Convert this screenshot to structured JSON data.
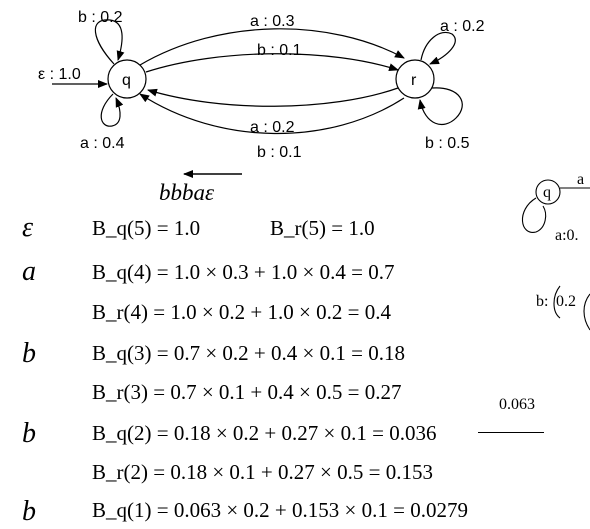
{
  "diagram": {
    "states": [
      {
        "id": "q",
        "label": "q"
      },
      {
        "id": "r",
        "label": "r"
      }
    ],
    "initial_label": "ε : 1.0",
    "edges": [
      {
        "from": "q",
        "to": "q",
        "label": "b : 0.2"
      },
      {
        "from": "q",
        "to": "q",
        "label": "a : 0.4"
      },
      {
        "from": "q",
        "to": "r",
        "label": "a : 0.3"
      },
      {
        "from": "q",
        "to": "r",
        "label": "b : 0.1"
      },
      {
        "from": "r",
        "to": "q",
        "label": "a : 0.2"
      },
      {
        "from": "r",
        "to": "q",
        "label": "b : 0.1"
      },
      {
        "from": "r",
        "to": "r",
        "label": "a : 0.2"
      },
      {
        "from": "r",
        "to": "r",
        "label": "b : 0.5"
      }
    ],
    "sequence": "bbbaε",
    "partial_labels": {
      "state": "q",
      "a_top": "a",
      "a_bottom": "a:0.",
      "b_left": "b:",
      "b_right": "0.2"
    }
  },
  "computations": [
    {
      "symbol": "ε",
      "lines": [
        "B_q(5) = 1.0",
        "B_r(5) = 1.0"
      ]
    },
    {
      "symbol": "a",
      "lines": [
        "B_q(4) = 1.0 × 0.3 + 1.0 × 0.4 = 0.7",
        "B_r(4) = 1.0 × 0.2 + 1.0 × 0.2 = 0.4"
      ]
    },
    {
      "symbol": "b",
      "lines": [
        "B_q(3) = 0.7 × 0.2 + 0.4 × 0.1 = 0.18",
        "B_r(3) = 0.7 × 0.1 + 0.4 × 0.5 = 0.27"
      ]
    },
    {
      "symbol": "b",
      "lines": [
        "B_q(2) = 0.18 × 0.2 + 0.27 × 0.1 = 0.036",
        "B_r(2) = 0.18 × 0.1 + 0.27 × 0.5 = 0.153"
      ]
    },
    {
      "symbol": "b",
      "lines": [
        "B_q(1) = 0.063 × 0.2 + 0.153 × 0.1 = 0.0279"
      ]
    }
  ],
  "correction": "0.063",
  "corrected_value": "0.036"
}
